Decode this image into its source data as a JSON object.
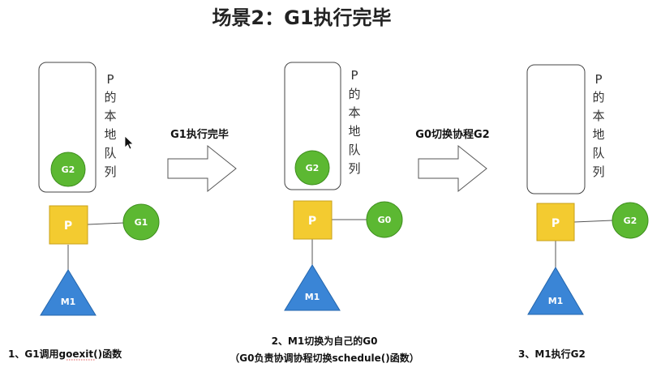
{
  "title": "场景2：G1执行完毕",
  "colors": {
    "goroutine": "#5cb832",
    "goroutine_stroke": "#3e8e1e",
    "processor": "#f3cb30",
    "processor_stroke": "#c8a21a",
    "machine": "#3a85d6",
    "machine_stroke": "#2466ad",
    "queue_stroke": "#444444",
    "arrow_stroke": "#555555"
  },
  "arrows": [
    {
      "label": "G1执行完毕"
    },
    {
      "label": "G0切换协程G2"
    }
  ],
  "scenes": [
    {
      "queue_label": [
        "P",
        "的",
        "本",
        "地",
        "队",
        "列"
      ],
      "queued": "G2",
      "processor": "P",
      "current": "G1",
      "machine": "M1",
      "caption": [
        "1、G1调用goexit()函数"
      ]
    },
    {
      "queue_label": [
        "P",
        "的",
        "本",
        "地",
        "队",
        "列"
      ],
      "queued": "G2",
      "processor": "P",
      "current": "G0",
      "machine": "M1",
      "caption": [
        "2、M1切换为自己的G0",
        "（G0负责协调协程切换schedule()函数）"
      ]
    },
    {
      "queue_label": [
        "P",
        "的",
        "本",
        "地",
        "队",
        "列"
      ],
      "queued": "",
      "processor": "P",
      "current": "G2",
      "machine": "M1",
      "caption": [
        "3、M1执行G2"
      ]
    }
  ]
}
